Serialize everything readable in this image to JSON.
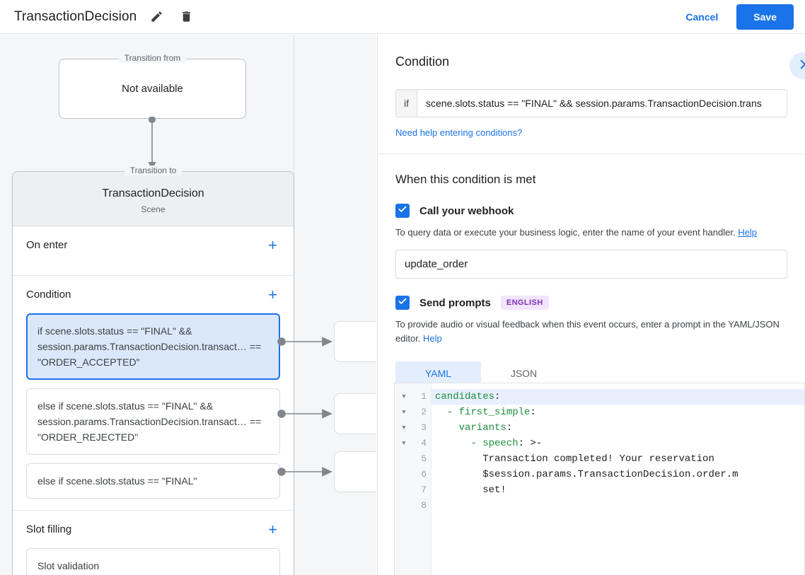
{
  "header": {
    "title": "TransactionDecision",
    "edit_icon": "pencil-icon",
    "delete_icon": "trash-icon",
    "cancel_label": "Cancel",
    "save_label": "Save"
  },
  "canvas": {
    "transition_from": {
      "legend": "Transition from",
      "value": "Not available"
    },
    "transition_to": {
      "legend": "Transition to",
      "name": "TransactionDecision",
      "type": "Scene"
    },
    "sections": [
      {
        "label": "On enter",
        "add": "+"
      },
      {
        "label": "Condition",
        "add": "+"
      },
      {
        "label": "Slot filling",
        "add": "+"
      }
    ],
    "conditions": [
      {
        "text": "if scene.slots.status == \"FINAL\" && session.params.TransactionDecision.transact… == \"ORDER_ACCEPTED\"",
        "selected": true
      },
      {
        "text": "else if scene.slots.status == \"FINAL\" && session.params.TransactionDecision.transact… == \"ORDER_REJECTED\"",
        "selected": false
      },
      {
        "text": "else if scene.slots.status == \"FINAL\"",
        "selected": false
      }
    ],
    "slot_filling": [
      {
        "text": "Slot validation"
      }
    ]
  },
  "panel": {
    "title": "Condition",
    "expand_icon": "chevron-right-icon",
    "condition": {
      "prefix": "if",
      "value": "scene.slots.status == \"FINAL\" && session.params.TransactionDecision.trans",
      "help_link": "Need help entering conditions?"
    },
    "when_met": {
      "heading": "When this condition is met",
      "webhook": {
        "checked": true,
        "label": "Call your webhook",
        "hint": "To query data or execute your business logic, enter the name of your event handler.",
        "hint_link": "Help",
        "value": "update_order"
      },
      "prompts": {
        "checked": true,
        "label": "Send prompts",
        "badge": "ENGLISH",
        "hint": "To provide audio or visual feedback when this event occurs, enter a prompt in the YAML/JSON editor.",
        "hint_link": "Help",
        "tabs": [
          {
            "label": "YAML",
            "active": true
          },
          {
            "label": "JSON",
            "active": false
          }
        ]
      }
    },
    "editor": {
      "language": "yaml",
      "active_line": 1,
      "fold_lines": [
        1,
        2,
        3,
        4
      ],
      "lines": [
        {
          "n": "1",
          "indent": 0,
          "key": "candidates",
          "colon": ":",
          "rest": ""
        },
        {
          "n": "2",
          "indent": 2,
          "key": "- first_simple",
          "colon": ":",
          "rest": ""
        },
        {
          "n": "3",
          "indent": 4,
          "key": "variants",
          "colon": ":",
          "rest": ""
        },
        {
          "n": "4",
          "indent": 6,
          "key": "- speech",
          "colon": ":",
          "rest": " >-"
        },
        {
          "n": "5",
          "indent": 8,
          "key": "",
          "colon": "",
          "rest": "Transaction completed! Your reservation"
        },
        {
          "n": "6",
          "indent": 8,
          "key": "",
          "colon": "",
          "rest": "$session.params.TransactionDecision.order.m"
        },
        {
          "n": "7",
          "indent": 8,
          "key": "",
          "colon": "",
          "rest": "set!"
        },
        {
          "n": "8",
          "indent": 0,
          "key": "",
          "colon": "",
          "rest": ""
        }
      ]
    }
  },
  "colors": {
    "accent": "#1a73e8",
    "selected_card_bg": "#dbe8fb",
    "canvas_bg": "#f4f6f8",
    "badge_purple": "#7b30b5",
    "yaml_key_green": "#1e8e3e"
  }
}
